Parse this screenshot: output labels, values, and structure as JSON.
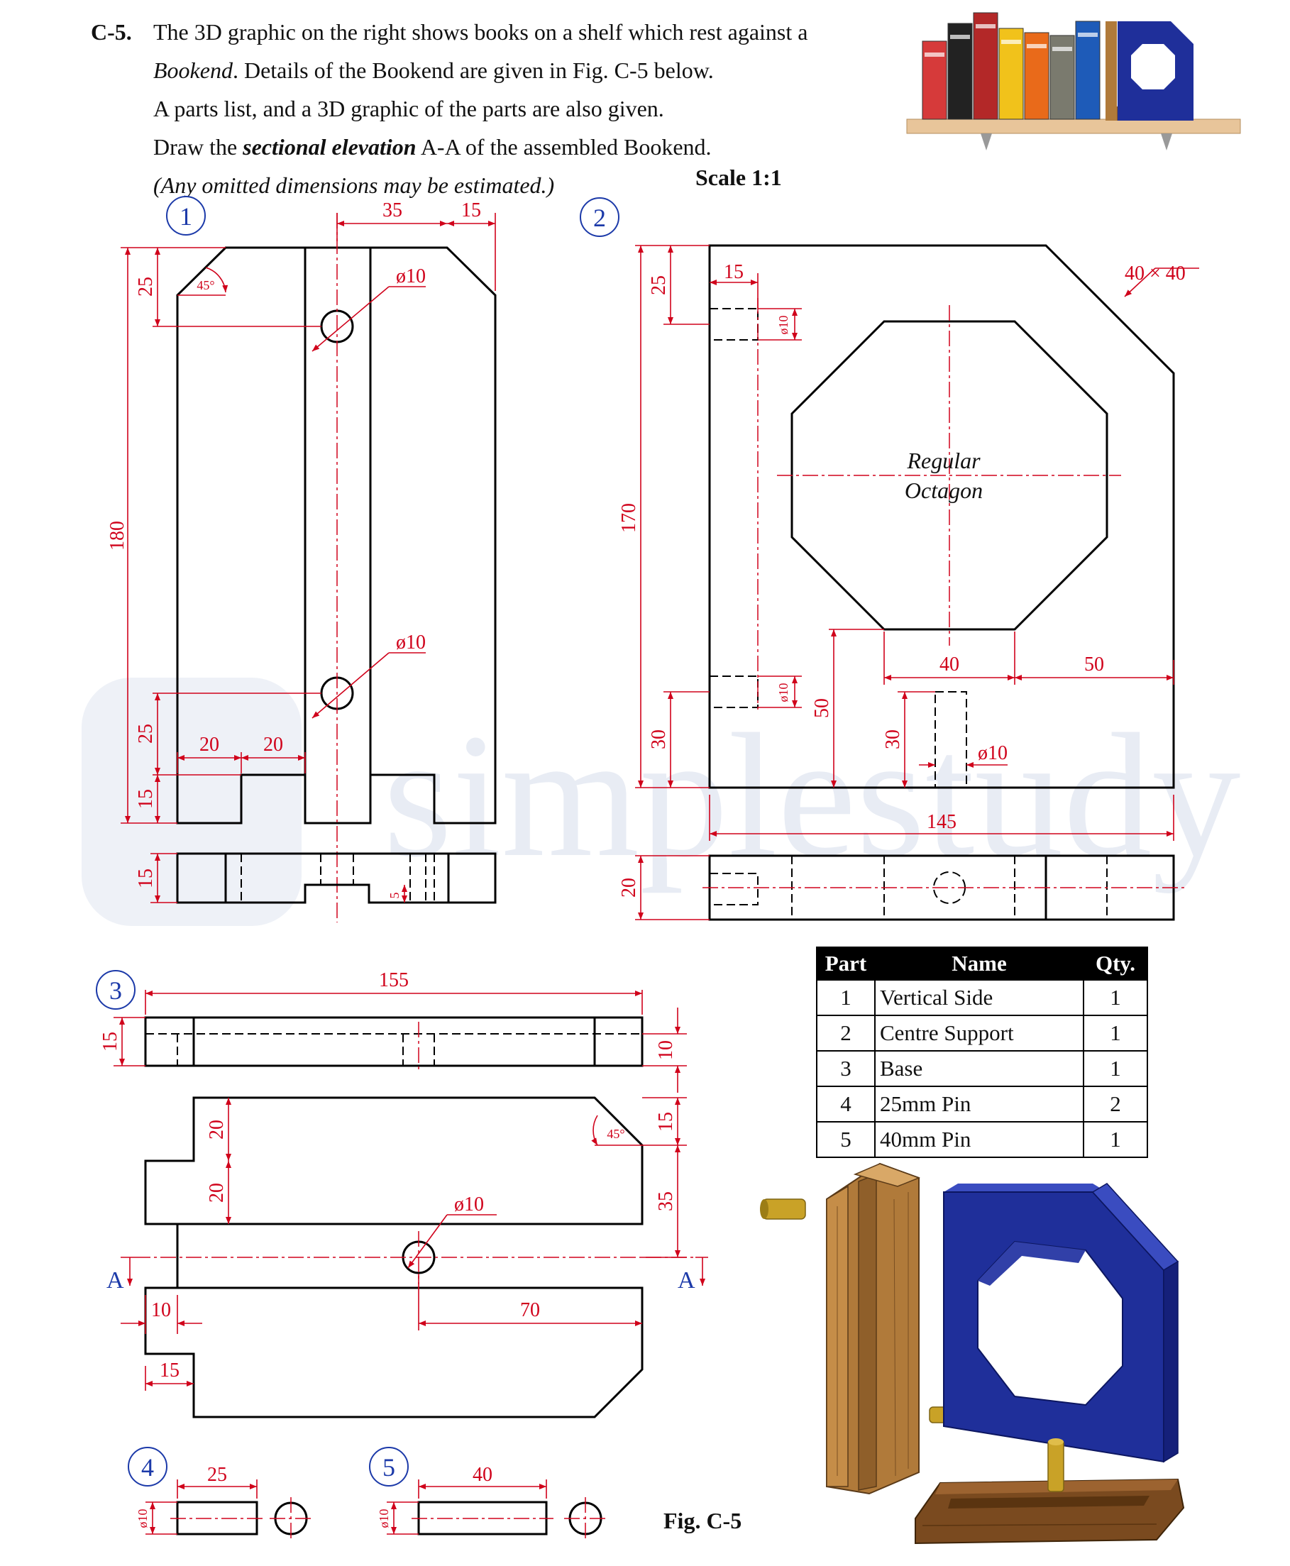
{
  "question": {
    "number": "C-5.",
    "line1": "The 3D graphic on the right shows books on a shelf which rest against a",
    "line2_em": "Bookend",
    "line2_rest": ".  Details of the Bookend are given in Fig. C-5 below.",
    "line3": "A parts list, and a 3D graphic of the parts are also given.",
    "line4_a": "Draw the ",
    "line4_b": "sectional elevation",
    "line4_c": " A-A of the assembled Bookend.",
    "line5": "(Any omitted dimensions may be estimated.)"
  },
  "scale_label": "Scale 1:1",
  "figure_label": "Fig. C-5",
  "watermark": "simplestudy",
  "part_numbers": [
    "1",
    "2",
    "3",
    "4",
    "5"
  ],
  "part1": {
    "dims": {
      "top_35": "35",
      "top_15": "15",
      "h_180": "180",
      "h_25_top": "25",
      "angle": "45°",
      "dia_upper": "ø10",
      "dia_lower": "ø10",
      "h_25_low": "25",
      "h_15_low": "15",
      "w_20a": "20",
      "w_20b": "20",
      "plan_15": "15",
      "plan_5": "5"
    }
  },
  "part2": {
    "dims": {
      "chamfer": "40 × 40",
      "h_25": "25",
      "w_15": "15",
      "dia_left_top": "ø10",
      "h_170": "170",
      "dia_left_low": "ø10",
      "h_30a": "30",
      "h_50": "50",
      "w_40": "40",
      "w_50": "50",
      "h_30b": "30",
      "dia_bottom": "ø10",
      "w_145": "145",
      "plan_20": "20"
    },
    "octagon_label_1": "Regular",
    "octagon_label_2": "Octagon"
  },
  "part3": {
    "dims": {
      "w_155": "155",
      "h_15": "15",
      "h_10": "10",
      "h_20a": "20",
      "h_20b": "20",
      "angle": "45°",
      "h_15r": "15",
      "h_35": "35",
      "dia": "ø10",
      "w_10": "10",
      "w_70": "70",
      "w_15": "15"
    },
    "section_label": "A"
  },
  "part4": {
    "dims": {
      "len": "25",
      "dia": "ø10"
    }
  },
  "part5": {
    "dims": {
      "len": "40",
      "dia": "ø10"
    }
  },
  "parts_list": {
    "headers": [
      "Part",
      "Name",
      "Qty."
    ],
    "rows": [
      {
        "part": "1",
        "name": "Vertical Side",
        "qty": "1"
      },
      {
        "part": "2",
        "name": "Centre Support",
        "qty": "1"
      },
      {
        "part": "3",
        "name": "Base",
        "qty": "1"
      },
      {
        "part": "4",
        "name": "25mm Pin",
        "qty": "2"
      },
      {
        "part": "5",
        "name": "40mm Pin",
        "qty": "1"
      }
    ]
  },
  "colors": {
    "dimension": "#d0021b",
    "part_number": "#1c3aa9",
    "support_blue": "#1f2f9a",
    "wood": "#b07a3a",
    "pin_brass": "#c9a227",
    "watermark": "#e8ecf4"
  },
  "books": [
    {
      "color": "#d63a3a"
    },
    {
      "color": "#222222"
    },
    {
      "color": "#b32828"
    },
    {
      "color": "#f1c21b"
    },
    {
      "color": "#e96a1a"
    },
    {
      "color": "#7a7a6e"
    },
    {
      "color": "#1e5bb8"
    }
  ]
}
